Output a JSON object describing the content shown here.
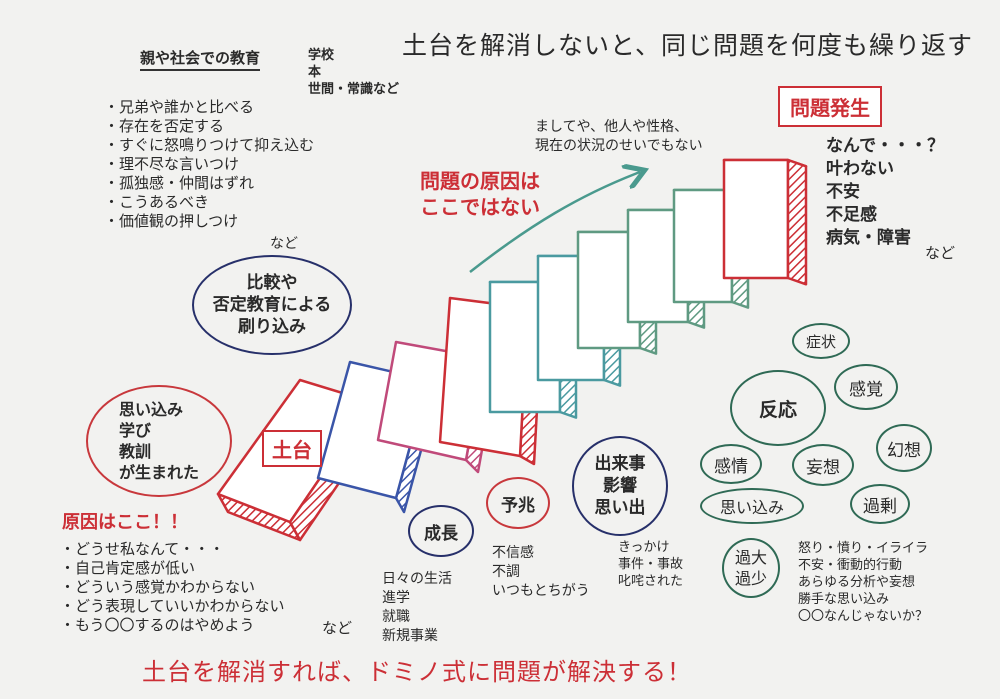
{
  "title_top": "土台を解消しないと、同じ問題を何度も繰り返す",
  "title_bottom": "土台を解消すれば、ドミノ式に問題が解決する！",
  "education": {
    "heading": "親や社会での教育",
    "sources": [
      "学校",
      "本",
      "世間・常識など"
    ],
    "items": [
      "・兄弟や誰かと比べる",
      "・存在を否定する",
      "・すぐに怒鳴りつけて抑え込む",
      "・理不尽な言いつけ",
      "・孤独感・仲間はずれ",
      "・こうあるべき",
      "・価値観の押しつけ"
    ],
    "etc": "など"
  },
  "bubble_comparison": [
    "比較や",
    "否定教育による",
    "刷り込み"
  ],
  "bubble_beliefs": [
    "思い込み",
    "学び",
    "教訓",
    "が生まれた"
  ],
  "foundation_label": "土台",
  "cause": {
    "heading": "原因はここ！！",
    "items": [
      "・どうせ私なんて・・・",
      "・自己肯定感が低い",
      "・どういう感覚かわからない",
      "・どう表現していいかわからない",
      "・もう〇〇するのはやめよう"
    ],
    "etc": "など"
  },
  "growth": {
    "label": "成長",
    "items": [
      "日々の生活",
      "進学",
      "就職",
      "新規事業"
    ]
  },
  "omen": {
    "label": "予兆",
    "items": [
      "不信感",
      "不調",
      "いつもとちがう"
    ]
  },
  "event": {
    "label": [
      "出来事",
      "影響",
      "思い出"
    ],
    "items": [
      "きっかけ",
      "事件・事故",
      "叱咤された"
    ]
  },
  "not_cause": {
    "heading": [
      "問題の原因は",
      "ここではない"
    ],
    "note": [
      "ましてや、他人や性格、",
      "現在の状況のせいでもない"
    ]
  },
  "problem": {
    "label": "問題発生",
    "items": [
      "なんで・・・？",
      "叶わない",
      "不安",
      "不足感",
      "病気・障害"
    ],
    "etc": "など"
  },
  "reactions": {
    "center": "反応",
    "nodes": [
      "症状",
      "感覚",
      "幻想",
      "感情",
      "妄想",
      "思い込み",
      "過剰"
    ],
    "excess": [
      "過大",
      "過少"
    ],
    "notes": [
      "怒り・憤り・イライラ",
      "不安・衝動的行動",
      "あらゆる分析や妄想",
      "勝手な思い込み",
      "〇〇なんじゃないか？"
    ]
  },
  "colors": {
    "red": "#cc2f36",
    "blue": "#3a55a8",
    "teal": "#4a9aa0",
    "green": "#2f6a55",
    "navy": "#27306a"
  }
}
